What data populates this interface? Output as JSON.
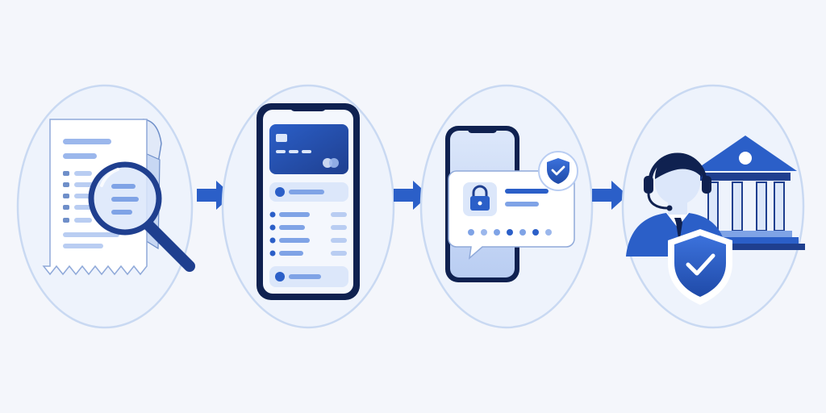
{
  "diagram": {
    "steps": [
      {
        "id": "receipt-review",
        "icon": "receipt-magnifier-icon"
      },
      {
        "id": "banking-app",
        "icon": "smartphone-card-icon"
      },
      {
        "id": "secure-verification",
        "icon": "phone-lock-shield-icon"
      },
      {
        "id": "bank-support",
        "icon": "support-agent-bank-shield-icon"
      }
    ],
    "arrows": [
      "arrow-right-icon",
      "arrow-right-icon",
      "arrow-right-icon"
    ]
  },
  "colors": {
    "background": "#f4f6fb",
    "circle_fill": "#eef3fc",
    "circle_stroke": "#c9d9f2",
    "primary_dark": "#1f3f8f",
    "primary": "#2b5fc8",
    "primary_light": "#7fa3e6",
    "pale": "#dce7fa",
    "navy": "#0f2150",
    "white": "#ffffff"
  }
}
